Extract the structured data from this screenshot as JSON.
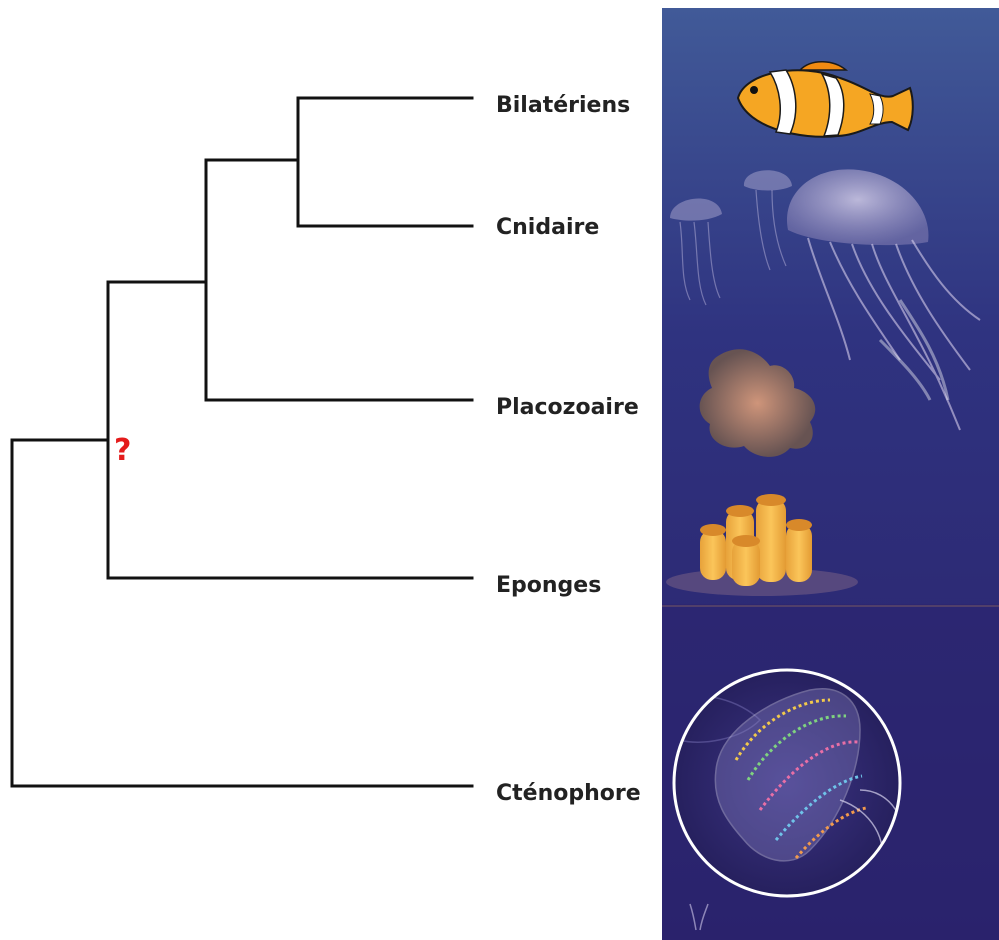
{
  "diagram": {
    "unknown_node_marker": "?",
    "unknown_node_color": "#e41b1b",
    "line_color": "#111111",
    "taxa": {
      "bilateriens": "Bilatériens",
      "cnidaire": "Cnidaire",
      "placozoaire": "Placozoaire",
      "eponges": "Eponges",
      "ctenophore": "Cténophore"
    }
  },
  "illustration_panel": {
    "background_top": "#3d5494",
    "background_bottom": "#2b2470",
    "organisms": [
      "clownfish",
      "jellyfish",
      "placozoan",
      "sponge",
      "comb-jelly"
    ]
  }
}
